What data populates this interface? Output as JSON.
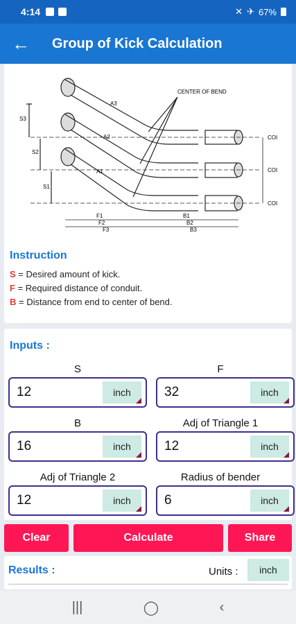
{
  "status": {
    "time": "4:14",
    "battery": "67%"
  },
  "appbar": {
    "title": "Group of Kick Calculation"
  },
  "diagram": {
    "center_of_bend": "CENTER OF BEND",
    "labels": [
      "S3",
      "S2",
      "S1",
      "A3",
      "A2",
      "A1",
      "F1",
      "F2",
      "F3",
      "B1",
      "B2",
      "B3",
      "COI",
      "COI",
      "COI"
    ]
  },
  "instruction": {
    "title": "Instruction",
    "lines": [
      {
        "key": "S",
        "text": " = Desired amount of kick."
      },
      {
        "key": "F",
        "text": " = Required distance of conduit."
      },
      {
        "key": "B",
        "text": " = Distance from end to center of bend."
      }
    ]
  },
  "inputs": {
    "title": "Inputs :",
    "fields": [
      {
        "label": "S",
        "value": "12",
        "unit": "inch"
      },
      {
        "label": "F",
        "value": "32",
        "unit": "inch"
      },
      {
        "label": "B",
        "value": "16",
        "unit": "inch"
      },
      {
        "label": "Adj of Triangle 1",
        "value": "12",
        "unit": "inch"
      },
      {
        "label": "Adj of Triangle 2",
        "value": "12",
        "unit": "inch"
      },
      {
        "label": "Radius of bender",
        "value": "6",
        "unit": "inch"
      }
    ]
  },
  "buttons": {
    "clear": "Clear",
    "calculate": "Calculate",
    "share": "Share"
  },
  "results": {
    "title": "Results :",
    "units_label": "Units :",
    "units_value": "inch"
  },
  "colors": {
    "primary": "#1976d2",
    "accent": "#ff1654",
    "key_red": "#e53935",
    "unit_bg": "#cdeae4"
  }
}
